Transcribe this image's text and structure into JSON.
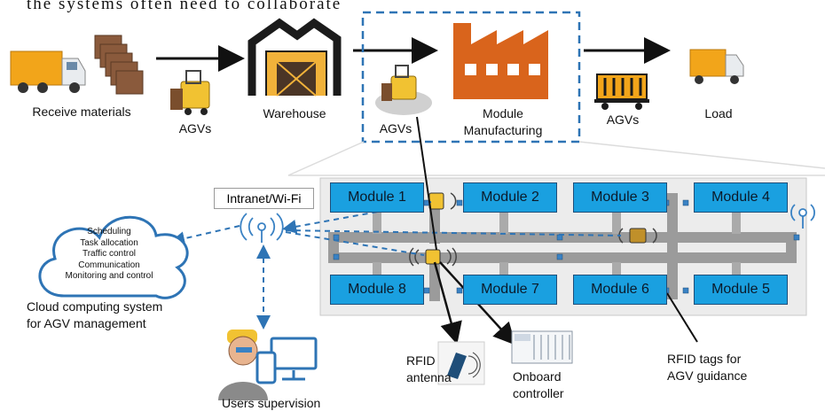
{
  "top_fragment": "the systems often need to collaborate",
  "flow": {
    "receive_materials": "Receive materials",
    "agvs_1": "AGVs",
    "warehouse": "Warehouse",
    "agvs_2": "AGVs",
    "module_manufacturing_line1": "Module",
    "module_manufacturing_line2": "Manufacturing",
    "agvs_3": "AGVs",
    "load": "Load"
  },
  "network": {
    "intranet": "Intranet/Wi-Fi"
  },
  "cloud": {
    "items": [
      "Scheduling",
      "Task allocation",
      "Traffic control",
      "Communication",
      "Monitoring and control"
    ],
    "caption_line1": "Cloud computing system",
    "caption_line2": "for AGV management"
  },
  "users": "Users supervision",
  "modules": {
    "m1": "Module 1",
    "m2": "Module 2",
    "m3": "Module 3",
    "m4": "Module 4",
    "m5": "Module 5",
    "m6": "Module 6",
    "m7": "Module 7",
    "m8": "Module 8"
  },
  "callouts": {
    "rfid_antenna_line1": "RFID",
    "rfid_antenna_line2": "antenna",
    "onboard_line1": "Onboard",
    "onboard_line2": "controller",
    "tags_line1": "RFID tags for",
    "tags_line2": "AGV guidance"
  },
  "colors": {
    "module_fill": "#1aa0e0",
    "track": "#9b9b9b",
    "factory": "#d9641c",
    "dashed_blue": "#2e74b5",
    "truck_yellow": "#f2a51a"
  }
}
